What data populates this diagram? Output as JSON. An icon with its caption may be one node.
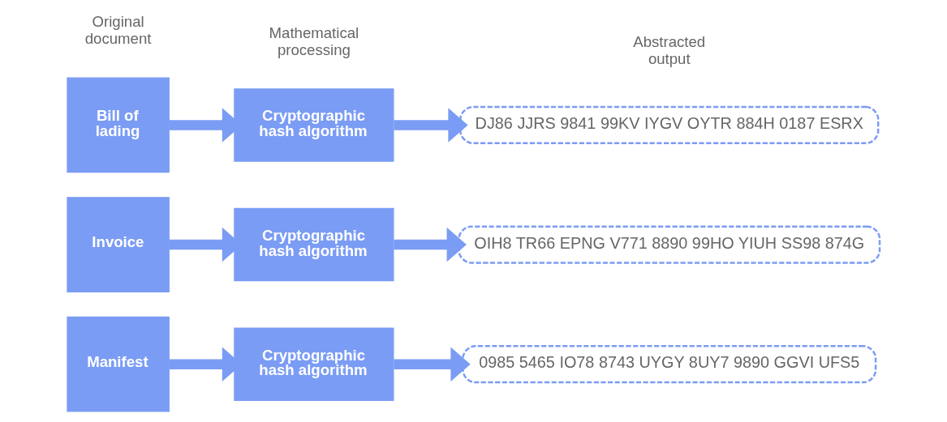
{
  "diagram": {
    "nodes": [
      {
        "text": [
          "Bill of lading"
        ]
      },
      {
        "text": [
          "Cryptographic hash algorithm"
        ]
      },
      {
        "text": [
          "DJ86 JJRS 9841 99KV IYGV OYTR 884H 0187 ESRX"
        ]
      },
      {
        "text": [
          "Invoice"
        ]
      },
      {
        "text": [
          "Cryptographic hash algorithm"
        ]
      },
      {
        "text": [
          "OIH8 TR66 EPNG V771 8890 99HO YIUH SS98 874G"
        ]
      },
      {
        "text": [
          "Manifest"
        ]
      },
      {
        "text": [
          "Cryptographic hash algorithm"
        ]
      },
      {
        "text": [
          "0985 5465 IO78 8743 UYGY 8UY7 9890 GGVI UFS5"
        ]
      }
    ],
    "edges": [
      {
        "from": 0,
        "to": 1,
        "arrow": "to"
      },
      {
        "from": 1,
        "to": 2,
        "arrow": "to"
      },
      {
        "from": 3,
        "to": 4,
        "arrow": "to"
      },
      {
        "from": 4,
        "to": 5,
        "arrow": "to"
      },
      {
        "from": 6,
        "to": 7,
        "arrow": "to"
      },
      {
        "from": 7,
        "to": 8,
        "arrow": "to"
      }
    ],
    "labels": [
      "Original document",
      "Mathematical processing",
      "Abstracted output"
    ]
  }
}
